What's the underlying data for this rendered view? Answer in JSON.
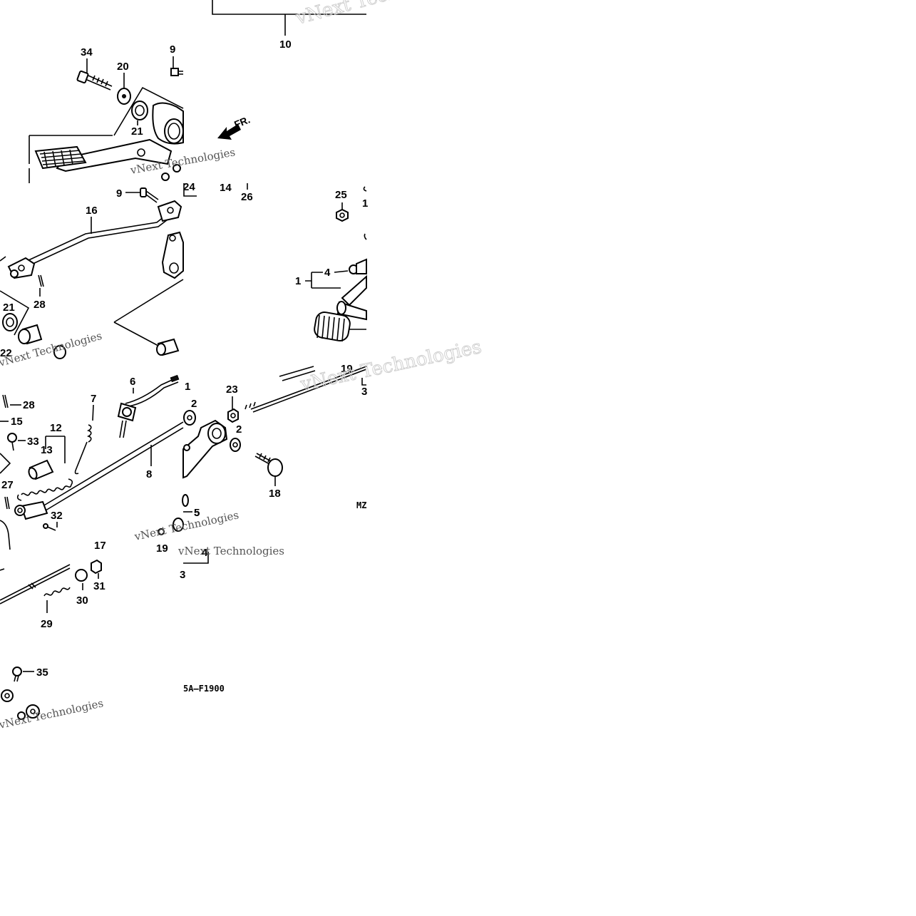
{
  "diagram": {
    "callouts": {
      "c1": "1",
      "c1b": "1",
      "c2a": "2",
      "c2b": "2",
      "c3": "3",
      "c4": "4",
      "c4b": "4",
      "c5": "5",
      "c6": "6",
      "c7": "7",
      "c8": "8",
      "c9a": "9",
      "c9b": "9",
      "c10": "10",
      "c12": "12",
      "c13": "13",
      "c14": "14",
      "c15": "15",
      "c16": "16",
      "c17": "17",
      "c18": "18",
      "c19": "19",
      "c20": "20",
      "c21a": "21",
      "c21b": "21",
      "c22": "22",
      "c23": "23",
      "c24": "24",
      "c25": "25",
      "c26": "26",
      "c27": "27",
      "c28a": "28",
      "c28b": "28",
      "c29": "29",
      "c30": "30",
      "c31": "31",
      "c32": "32",
      "c33": "33",
      "c34": "34",
      "c35": "35"
    },
    "direction_label": "FR.",
    "figure_code": "5A–F1900",
    "figure_code_partial": "MZ",
    "watermark": "vNext Technologies"
  }
}
